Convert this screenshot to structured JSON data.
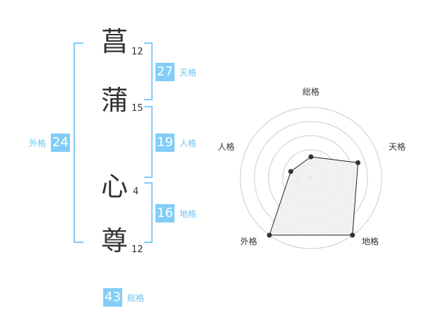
{
  "name": {
    "chars": [
      {
        "char": "菖",
        "strokes": "12"
      },
      {
        "char": "蒲",
        "strokes": "15"
      },
      {
        "char": "心",
        "strokes": "4"
      },
      {
        "char": "尊",
        "strokes": "12"
      }
    ]
  },
  "fortune": {
    "tenkaku": {
      "value": "27",
      "label": "天格"
    },
    "jinkaku": {
      "value": "19",
      "label": "人格"
    },
    "chikaku": {
      "value": "16",
      "label": "地格"
    },
    "gaikaku": {
      "value": "24",
      "label": "外格"
    },
    "soukaku": {
      "value": "43",
      "label": "総格"
    }
  },
  "radar": {
    "labels": {
      "top": "総格",
      "right": "天格",
      "bottom_right": "地格",
      "bottom_left": "外格",
      "left": "人格"
    },
    "fill_color": "#efefef",
    "line_color": "#222222",
    "grid_color": "#cccccc"
  },
  "chart_data": {
    "type": "radar",
    "categories": [
      "総格",
      "天格",
      "地格",
      "外格",
      "人格"
    ],
    "values": [
      1.2,
      2.8,
      4.0,
      4.0,
      1.2
    ],
    "rlim": [
      0,
      4
    ]
  }
}
